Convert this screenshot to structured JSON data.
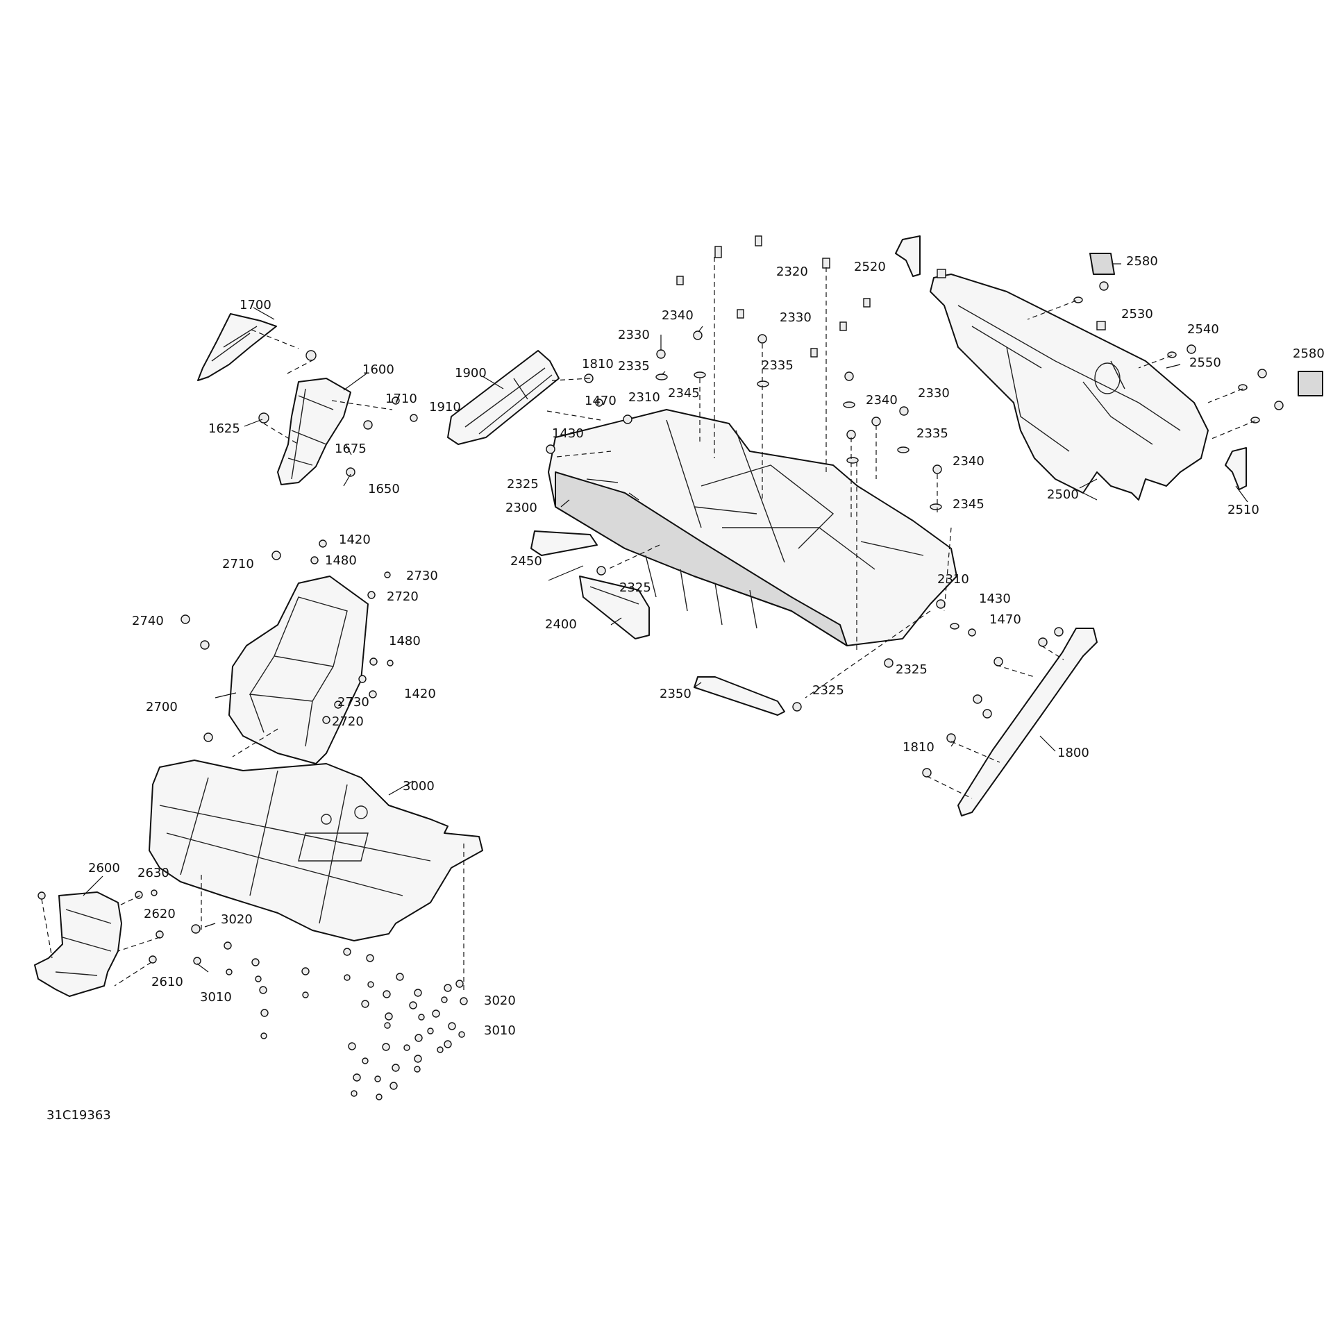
{
  "figure_code": "31C19363",
  "callouts": [
    {
      "label": "1700"
    },
    {
      "label": "1600"
    },
    {
      "label": "1710"
    },
    {
      "label": "1910"
    },
    {
      "label": "1625"
    },
    {
      "label": "1675"
    },
    {
      "label": "1650"
    },
    {
      "label": "1900"
    },
    {
      "label": "1810"
    },
    {
      "label": "1470"
    },
    {
      "label": "1430"
    },
    {
      "label": "2310"
    },
    {
      "label": "2335"
    },
    {
      "label": "2345"
    },
    {
      "label": "2330"
    },
    {
      "label": "2340"
    },
    {
      "label": "2320"
    },
    {
      "label": "2330"
    },
    {
      "label": "2335"
    },
    {
      "label": "2520"
    },
    {
      "label": "2580"
    },
    {
      "label": "2530"
    },
    {
      "label": "2540"
    },
    {
      "label": "2550"
    },
    {
      "label": "2580"
    },
    {
      "label": "2340"
    },
    {
      "label": "2330"
    },
    {
      "label": "2335"
    },
    {
      "label": "2340"
    },
    {
      "label": "2345"
    },
    {
      "label": "2325"
    },
    {
      "label": "2300"
    },
    {
      "label": "2500"
    },
    {
      "label": "2510"
    },
    {
      "label": "2450"
    },
    {
      "label": "2325"
    },
    {
      "label": "2400"
    },
    {
      "label": "2310"
    },
    {
      "label": "1430"
    },
    {
      "label": "1470"
    },
    {
      "label": "2325"
    },
    {
      "label": "2350"
    },
    {
      "label": "2325"
    },
    {
      "label": "1420"
    },
    {
      "label": "2710"
    },
    {
      "label": "1480"
    },
    {
      "label": "2730"
    },
    {
      "label": "2720"
    },
    {
      "label": "2740"
    },
    {
      "label": "1480"
    },
    {
      "label": "1420"
    },
    {
      "label": "2730"
    },
    {
      "label": "2700"
    },
    {
      "label": "2720"
    },
    {
      "label": "1810"
    },
    {
      "label": "1800"
    },
    {
      "label": "3000"
    },
    {
      "label": "2600"
    },
    {
      "label": "2630"
    },
    {
      "label": "2620"
    },
    {
      "label": "3020"
    },
    {
      "label": "2610"
    },
    {
      "label": "3010"
    },
    {
      "label": "3020"
    },
    {
      "label": "3010"
    }
  ]
}
